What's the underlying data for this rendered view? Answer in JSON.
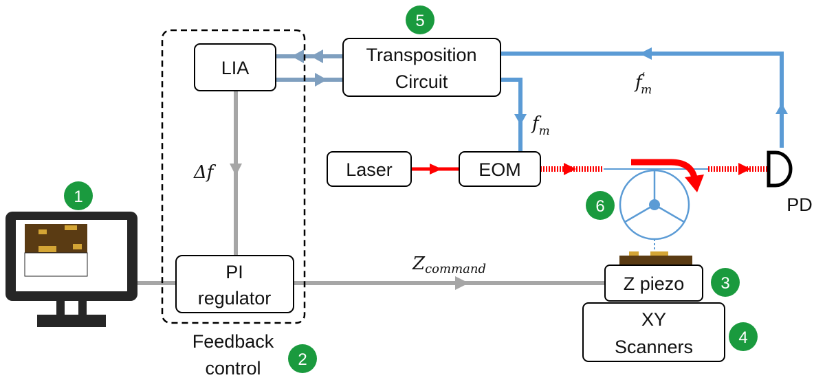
{
  "blocks": {
    "lia": "LIA",
    "transposition_line1": "Transposition",
    "transposition_line2": "Circuit",
    "laser": "Laser",
    "eom": "EOM",
    "pi_line1": "PI",
    "pi_line2": "regulator",
    "zpiezo": "Z piezo",
    "xy_line1": "XY",
    "xy_line2": "Scanners",
    "pd": "PD",
    "feedback_line1": "Feedback",
    "feedback_line2": "control"
  },
  "signals": {
    "fm": "f",
    "fm_sub": "m",
    "fm_prime": "f",
    "fm_prime_mark": "′",
    "fm_prime_sub": "m",
    "delta_f": "Δf",
    "zcommand": "Z",
    "zcommand_sub": "command"
  },
  "badges": {
    "b1": "1",
    "b2": "2",
    "b3": "3",
    "b4": "4",
    "b5": "5",
    "b6": "6"
  },
  "colors": {
    "blue": "#5b9bd5",
    "gray": "#a6a6a6",
    "red": "#ff0000",
    "green": "#1a9a3e",
    "sample_brown": "#5a3b13",
    "sample_gold": "#d4a535"
  }
}
